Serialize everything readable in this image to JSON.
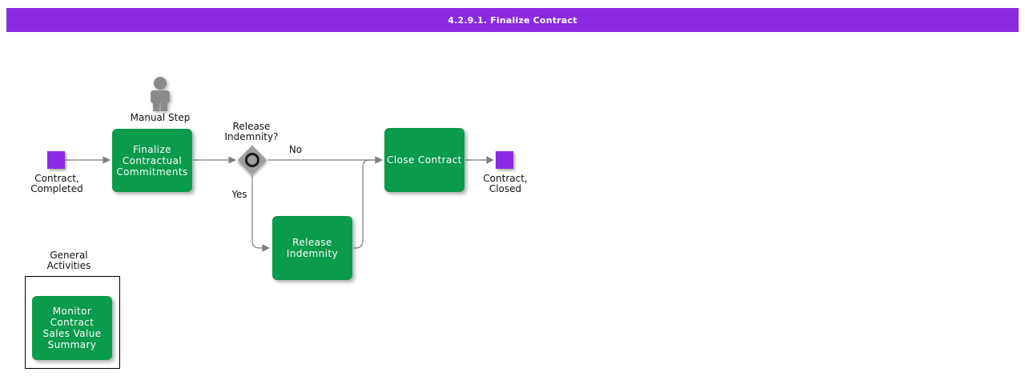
{
  "header": {
    "title": "4.2.9.1. Finalize Contract"
  },
  "colors": {
    "header_bg": "#8A2BE2",
    "task_green": "#0A9B4B",
    "event_purple": "#8A2BE2",
    "gateway_gray": "#9E9E9E",
    "line_gray": "#808080",
    "icon_gray": "#8A8A8A"
  },
  "manual_step": {
    "label": "Manual Step"
  },
  "events": {
    "start": {
      "label": "Contract,\nCompleted"
    },
    "end": {
      "label": "Contract,\nClosed"
    }
  },
  "tasks": {
    "finalize": {
      "label": "Finalize\nContractual\nCommitments"
    },
    "close": {
      "label": "Close Contract"
    },
    "release": {
      "label": "Release\nIndemnity"
    },
    "monitor": {
      "label": "Monitor Contract\nSales Value\nSummary"
    }
  },
  "decision": {
    "question": "Release\nIndemnity?",
    "no_label": "No",
    "yes_label": "Yes"
  },
  "general_activities": {
    "label": "General\nActivities"
  }
}
